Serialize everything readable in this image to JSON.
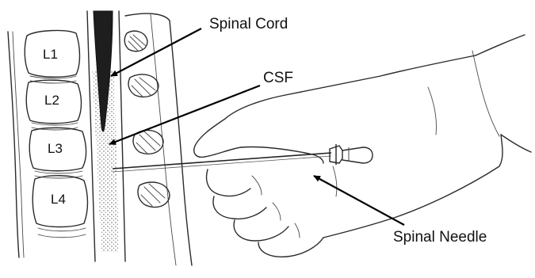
{
  "vertebrae": [
    {
      "id": "l1",
      "label": "L1"
    },
    {
      "id": "l2",
      "label": "L2"
    },
    {
      "id": "l3",
      "label": "L3"
    },
    {
      "id": "l4",
      "label": "L4"
    }
  ],
  "callouts": {
    "spinal_cord": "Spinal Cord",
    "csf": "CSF",
    "spinal_needle": "Spinal Needle"
  },
  "colors": {
    "ink": "#1a1a1a",
    "spinal_cord": "#1e1e1e",
    "csf_stipple": "#555555"
  }
}
